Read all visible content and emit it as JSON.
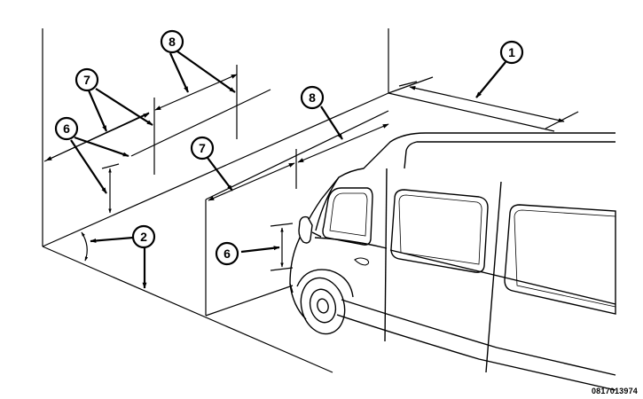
{
  "diagram": {
    "figure_id": "0817013974",
    "callouts": [
      "1",
      "2",
      "6",
      "6",
      "7",
      "7",
      "8",
      "8"
    ]
  }
}
